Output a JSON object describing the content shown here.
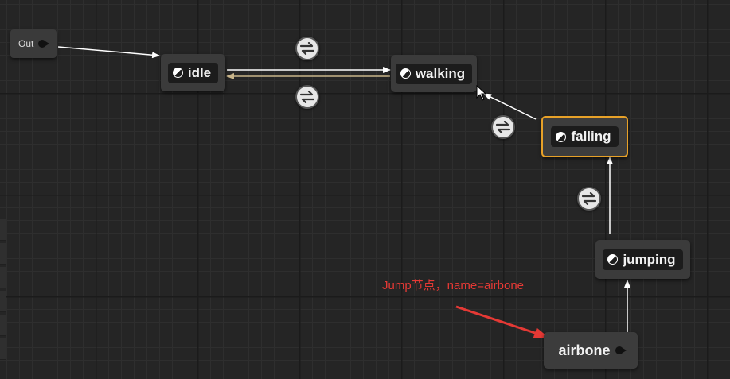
{
  "graph": {
    "output_node": {
      "label": "Out"
    },
    "states": {
      "idle": "idle",
      "walking": "walking",
      "falling": "falling",
      "jumping": "jumping"
    },
    "entry_node": {
      "label": "airbone"
    },
    "annotation": "Jump节点，name=airbone",
    "selected_state": "falling"
  },
  "colors": {
    "background": "#252525",
    "node": "#3b3b3b",
    "selection_border": "#e7a128",
    "annotation": "#e53935",
    "active_wire": "#c9b58a"
  }
}
